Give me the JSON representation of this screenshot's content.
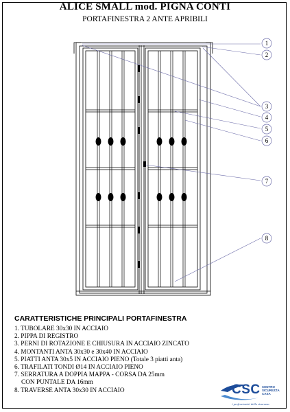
{
  "title": "ALICE SMALL  mod. PIGNA CONTI",
  "subtitle": "PORTAFINESTRA 2 ANTE APRIBILI",
  "callouts": [
    "1",
    "2",
    "3",
    "4",
    "5",
    "6",
    "7",
    "8"
  ],
  "specs_heading": "CARATTERISTICHE PRINCIPALI PORTAFINESTRA",
  "specs": [
    "1. TUBOLARE 30x30 IN ACCIAIO",
    "2. PIPPA DI REGISTRO",
    "3. PERNI DI ROTAZIONE E CHIUSURA IN ACCIAIO ZINCATO",
    "4. MONTANTI ANTA 30x30 e 30x40 IN ACCIAIO",
    "5. PIATTI ANTA 30x5 IN ACCIAIO PIENO (Totale 3 piatti anta)",
    "6. TRAFILATI TONDI Ø14 IN ACCIAIO PIENO",
    "7. SERRATURA A DOPPIA MAPPA - CORSA DA 25mm",
    "CON PUNTALE DA 16mm",
    "8. TRAVERSE ANTA 30x30 IN ACCIAIO"
  ],
  "logo": {
    "mark": "CSC",
    "side_text": [
      "CENTRO",
      "SICUREZZA",
      "CASA"
    ],
    "tagline": "i professionisti della sicurezza"
  },
  "colors": {
    "line": "#000000",
    "leader": "#6a6aa8",
    "logo": "#1c4c9a"
  }
}
